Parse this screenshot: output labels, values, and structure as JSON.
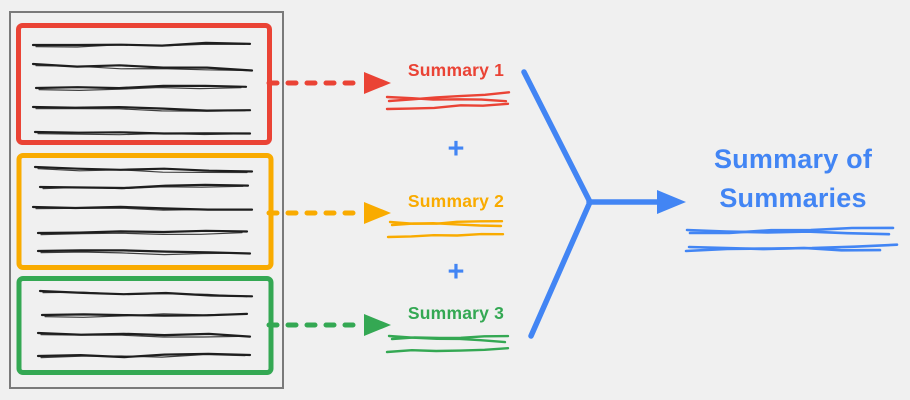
{
  "colors": {
    "red": "#EA4335",
    "orange": "#F9AB00",
    "green": "#34A853",
    "blue": "#4285F4",
    "ink": "#1e1e1e",
    "frame": "#7a7a7a",
    "background": "#F0F0F0"
  },
  "summaries": [
    {
      "label": "Summary 1",
      "color_key": "red"
    },
    {
      "label": "Summary 2",
      "color_key": "orange"
    },
    {
      "label": "Summary 3",
      "color_key": "green"
    }
  ],
  "plus_sign": "+",
  "result_label": "Summary of Summaries"
}
